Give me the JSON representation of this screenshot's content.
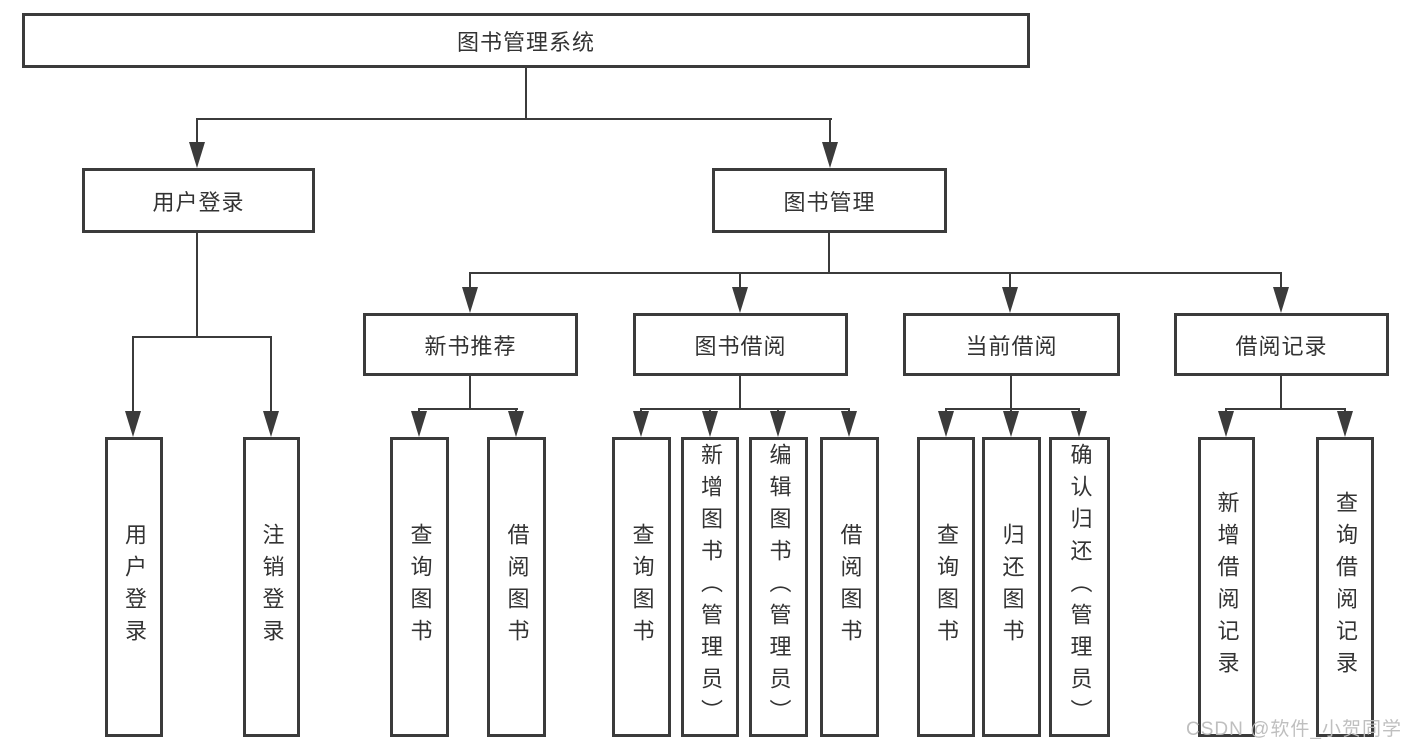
{
  "colors": {
    "line": "#3b3b3b",
    "text": "#333333",
    "watermark": "#bcbcbc",
    "background": "#ffffff"
  },
  "watermark": {
    "text": "CSDN @软件_小贺同学"
  },
  "tree": {
    "root": {
      "label": "图书管理系统"
    },
    "branches": [
      {
        "label": "用户登录",
        "children": [
          "用户登录",
          "注销登录"
        ]
      },
      {
        "label": "图书管理",
        "groups": [
          {
            "label": "新书推荐",
            "children": [
              "查询图书",
              "借阅图书"
            ]
          },
          {
            "label": "图书借阅",
            "children": [
              "查询图书",
              "新增图书（管理员）",
              "编辑图书（管理员）",
              "借阅图书"
            ]
          },
          {
            "label": "当前借阅",
            "children": [
              "查询图书",
              "归还图书",
              "确认归还（管理员）"
            ]
          },
          {
            "label": "借阅记录",
            "children": [
              "新增借阅记录",
              "查询借阅记录"
            ]
          }
        ]
      }
    ]
  }
}
